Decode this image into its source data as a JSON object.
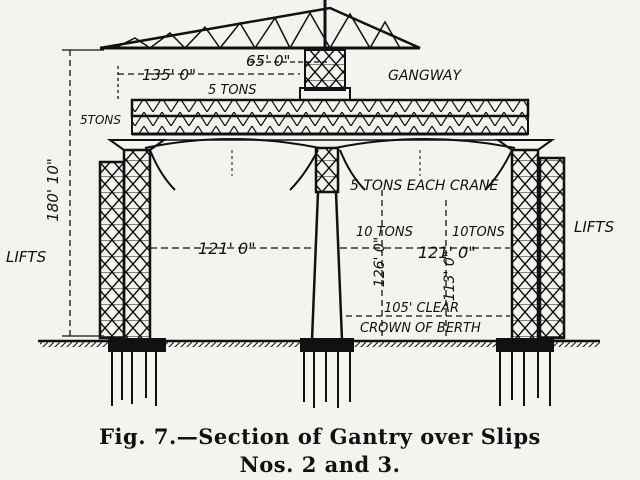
{
  "labels": {
    "gangway": "GANGWAY",
    "dim_65": "65' 0\"",
    "dim_135": "135' 0\"",
    "five_tons_top": "5 TONS",
    "five_tons_left": "5TONS",
    "five_tons_each": "5 TONS EACH CRANE",
    "ten_tons_a": "10 TONS",
    "ten_tons_b": "10TONS",
    "height_180": "180' 10\"",
    "lifts_left": "LIFTS",
    "lifts_right": "LIFTS",
    "span_left": "121' 0\"",
    "span_right": "121' 0\"",
    "height_126": "126' 0\"",
    "height_113": "113' 0\"",
    "clear_105": "105' CLEAR",
    "crown_of_berth": "CROWN OF BERTH"
  },
  "caption": {
    "line1": "Fig. 7.—Section of Gantry over Slips",
    "line2": "Nos. 2 and 3."
  },
  "colors": {
    "ink": "#111111",
    "paper": "#f3f3ef"
  }
}
